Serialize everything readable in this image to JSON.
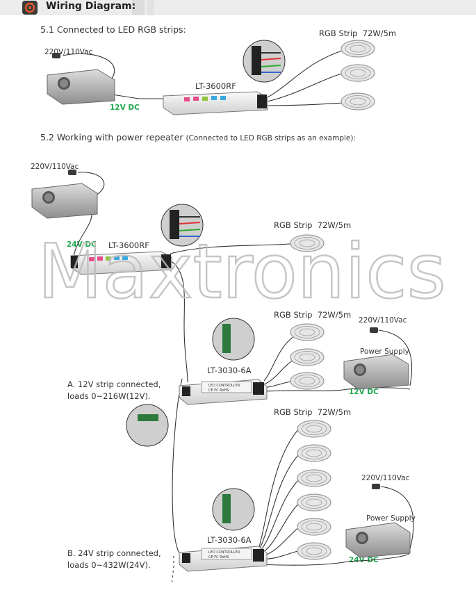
{
  "header": {
    "title": "Wiring Diagram:",
    "logo_icon": "gear-flame-icon"
  },
  "section_1": {
    "title": "5.1 Connected to LED RGB strips:",
    "mains_label": "220V/110Vac",
    "dc_label": "12V DC",
    "controller_label": "LT-3600RF",
    "strip_label": "RGB Strip",
    "strip_power": "72W/5m"
  },
  "section_2": {
    "title_main": "5.2 Working with power repeater",
    "title_note": "(Connected to LED RGB strips as an example):",
    "mains_label": "220V/110Vac",
    "dc_label": "24V DC",
    "controller_label": "LT-3600RF",
    "strip_label": "RGB Strip",
    "strip_power": "72W/5m"
  },
  "repeater_a": {
    "label": "LT-3030-6A",
    "note_line1": "A. 12V strip connected,",
    "note_line2": "loads 0~216W(12V).",
    "strip_label": "RGB Strip",
    "strip_power": "72W/5m",
    "mains_label": "220V/110Vac",
    "psu_label": "Power Supply",
    "dc_label": "12V DC"
  },
  "repeater_b": {
    "label": "LT-3030-6A",
    "note_line1": "B. 24V strip connected,",
    "note_line2": "loads 0~432W(24V).",
    "strip_label": "RGB Strip",
    "strip_power": "72W/5m",
    "mains_label": "220V/110Vac",
    "psu_label": "Power Supply",
    "dc_label": "24V DC"
  },
  "controller_panel": {
    "line1": "LED CONTROLLER",
    "marks": "CE FC RoHS"
  },
  "watermark": {
    "text": "Maxtronics"
  },
  "colors": {
    "dc_green": "#1fa84f",
    "wire": "#333333",
    "strip": "#e6e6e6"
  }
}
